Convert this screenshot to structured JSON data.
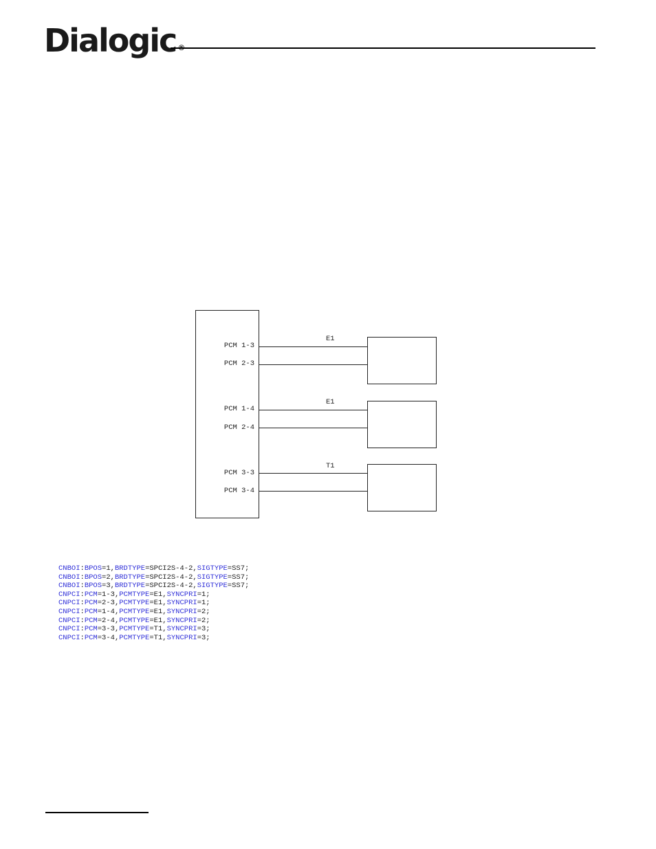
{
  "header": {
    "logo_text": "Dialogic",
    "logo_reg": "®"
  },
  "diagram": {
    "labels": [
      {
        "id": "pcm13",
        "text": "PCM 1-3"
      },
      {
        "id": "pcm23",
        "text": "PCM 2-3"
      },
      {
        "id": "pcm14",
        "text": "PCM 1-4"
      },
      {
        "id": "pcm24",
        "text": "PCM 2-4"
      },
      {
        "id": "pcm33",
        "text": "PCM 3-3"
      },
      {
        "id": "pcm34",
        "text": "PCM 3-4"
      }
    ],
    "link_types": [
      "E1",
      "E1",
      "T1"
    ]
  },
  "code": {
    "lines": [
      [
        {
          "k": "CNBOI"
        },
        {
          "t": ":"
        },
        {
          "k": "BPOS"
        },
        {
          "t": "=1,"
        },
        {
          "k": "BRDTYPE"
        },
        {
          "t": "=SPCI2S-4-2,"
        },
        {
          "k": "SIGTYPE"
        },
        {
          "t": "=SS7;"
        }
      ],
      [
        {
          "k": "CNBOI"
        },
        {
          "t": ":"
        },
        {
          "k": "BPOS"
        },
        {
          "t": "=2,"
        },
        {
          "k": "BRDTYPE"
        },
        {
          "t": "=SPCI2S-4-2,"
        },
        {
          "k": "SIGTYPE"
        },
        {
          "t": "=SS7;"
        }
      ],
      [
        {
          "k": "CNBOI"
        },
        {
          "t": ":"
        },
        {
          "k": "BPOS"
        },
        {
          "t": "=3,"
        },
        {
          "k": "BRDTYPE"
        },
        {
          "t": "=SPCI2S-4-2,"
        },
        {
          "k": "SIGTYPE"
        },
        {
          "t": "=SS7;"
        }
      ],
      [
        {
          "k": "CNPCI"
        },
        {
          "t": ":"
        },
        {
          "k": "PCM"
        },
        {
          "t": "=1-3,"
        },
        {
          "k": "PCMTYPE"
        },
        {
          "t": "=E1,"
        },
        {
          "k": "SYNCPRI"
        },
        {
          "t": "=1;"
        }
      ],
      [
        {
          "k": "CNPCI"
        },
        {
          "t": ":"
        },
        {
          "k": "PCM"
        },
        {
          "t": "=2-3,"
        },
        {
          "k": "PCMTYPE"
        },
        {
          "t": "=E1,"
        },
        {
          "k": "SYNCPRI"
        },
        {
          "t": "=1;"
        }
      ],
      [
        {
          "k": "CNPCI"
        },
        {
          "t": ":"
        },
        {
          "k": "PCM"
        },
        {
          "t": "=1-4,"
        },
        {
          "k": "PCMTYPE"
        },
        {
          "t": "=E1,"
        },
        {
          "k": "SYNCPRI"
        },
        {
          "t": "=2;"
        }
      ],
      [
        {
          "k": "CNPCI"
        },
        {
          "t": ":"
        },
        {
          "k": "PCM"
        },
        {
          "t": "=2-4,"
        },
        {
          "k": "PCMTYPE"
        },
        {
          "t": "=E1,"
        },
        {
          "k": "SYNCPRI"
        },
        {
          "t": "=2;"
        }
      ],
      [
        {
          "k": "CNPCI"
        },
        {
          "t": ":"
        },
        {
          "k": "PCM"
        },
        {
          "t": "=3-3,"
        },
        {
          "k": "PCMTYPE"
        },
        {
          "t": "=T1,"
        },
        {
          "k": "SYNCPRI"
        },
        {
          "t": "=3;"
        }
      ],
      [
        {
          "k": "CNPCI"
        },
        {
          "t": ":"
        },
        {
          "k": "PCM"
        },
        {
          "t": "=3-4,"
        },
        {
          "k": "PCMTYPE"
        },
        {
          "t": "=T1,"
        },
        {
          "k": "SYNCPRI"
        },
        {
          "t": "=3;"
        }
      ]
    ]
  }
}
